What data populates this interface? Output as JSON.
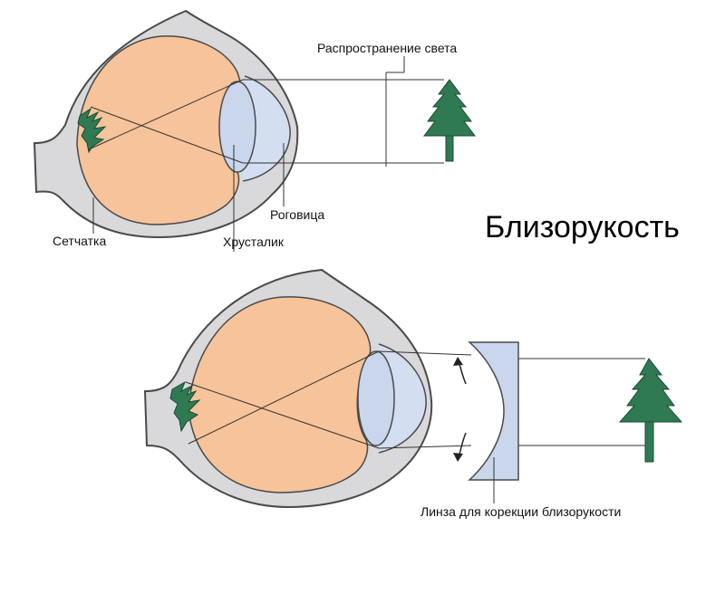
{
  "title": "Близорукость",
  "labels": {
    "light": "Распространение света",
    "cornea": "Роговица",
    "retina": "Сетчатка",
    "lens": "Хрусталик",
    "correction_lens": "Линза для корекции близорукости"
  },
  "colors": {
    "vitreous": "#f7c39a",
    "sclera": "#d9d9db",
    "outline": "#4a4a4a",
    "lens": "#c9d6ec",
    "tree": "#2f7a52"
  },
  "icons": [
    "tree-icon",
    "image-tree-icon",
    "arrow-up-icon",
    "arrow-down-icon"
  ]
}
